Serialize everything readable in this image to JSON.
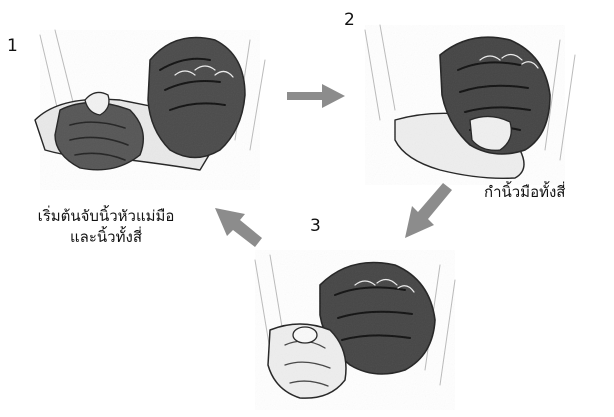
{
  "steps": [
    {
      "number": "1",
      "caption_lines": [
        "เริ่มต้นจับนิ้วหัวแม่มือ",
        "และนิ้วทั้งสี่"
      ]
    },
    {
      "number": "2",
      "caption_lines": [
        "กำนิ้วมือทั้งสี่"
      ]
    },
    {
      "number": "3",
      "caption_lines": []
    }
  ],
  "arrows": [
    "arrow-1-to-2",
    "arrow-2-to-3",
    "arrow-3-to-1"
  ],
  "colors": {
    "ink": "#111111",
    "shade": "#3a3a3a",
    "arrow": "#8c8c8c"
  }
}
